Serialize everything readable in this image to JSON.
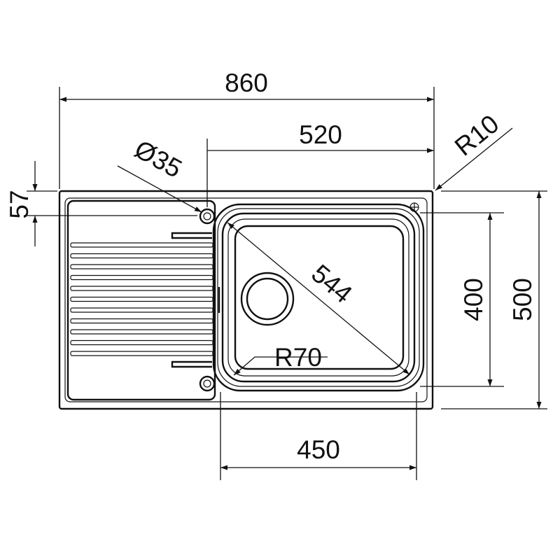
{
  "drawing": {
    "dimensions": {
      "overall_width": "860",
      "bowl_section_width": "520",
      "overall_depth": "500",
      "bowl_depth": "400",
      "bowl_width": "450",
      "bowl_diagonal": "544",
      "corner_radius_outer": "R10",
      "corner_radius_bowl": "R70",
      "tap_hole_diameter": "Ø35",
      "tap_hole_offset": "57"
    },
    "drainer_groove_count": 11
  }
}
